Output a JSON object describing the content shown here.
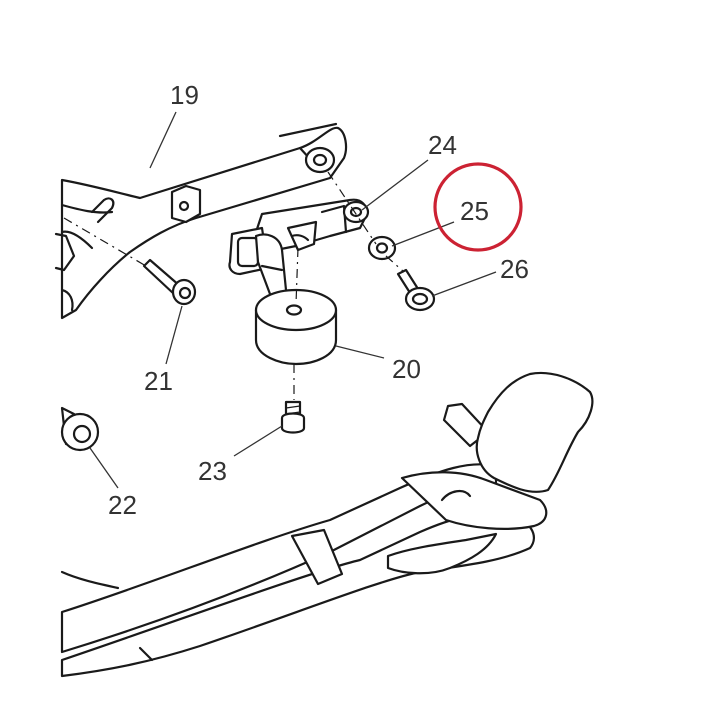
{
  "callouts": {
    "c19": "19",
    "c20": "20",
    "c21": "21",
    "c22": "22",
    "c23": "23",
    "c24": "24",
    "c25": "25",
    "c26": "26"
  },
  "highlight": {
    "target": "25",
    "color": "#cc2233"
  }
}
